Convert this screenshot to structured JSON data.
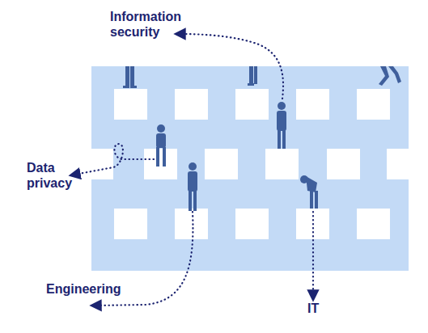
{
  "diagram": {
    "labels": [
      "Information security",
      "Data privacy",
      "Engineering",
      "IT"
    ]
  }
}
